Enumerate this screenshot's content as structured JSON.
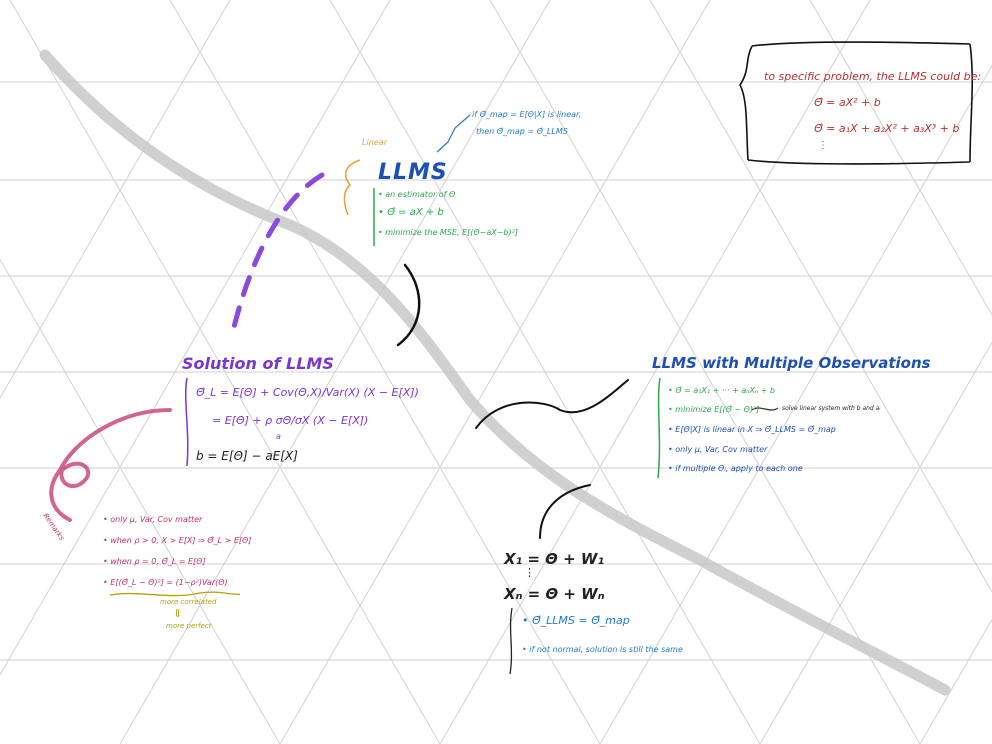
{
  "llms": {
    "side_label": "Linear",
    "title": "LLMS",
    "note_line1": "if Θ̂_map = E[Θ|X] is linear,",
    "note_line2": "then Θ̂_map = Θ̂_LLMS",
    "bullet1": "an estimator of Θ",
    "bullet2": "Θ̂ = aX + b",
    "bullet3": "minimize the MSE, E[(Θ−aX−b)²]"
  },
  "solution": {
    "title": "Solution of LLMS",
    "eq1": "Θ̂_L = E[Θ] + Cov(Θ,X)/Var(X) (X − E[X])",
    "eq2": "= E[Θ] + ρ σΘ/σX (X − E[X])",
    "eq3": "b = E[Θ] − aE[X]",
    "a_label": "a"
  },
  "remarks": {
    "label": "Remarks",
    "items": [
      "only μ, Var, Cov matter",
      "when ρ > 0, X > E[X] ⇒ Θ̂_L > E[Θ]",
      "when ρ = 0, Θ̂_L = E[Θ]",
      "E[(Θ̂_L − Θ)²] = (1−ρ²)Var(Θ)"
    ],
    "note1": "more correlated",
    "arrow": "⇓",
    "note2": "more perfect"
  },
  "specific": {
    "line1": "to specific problem, the LLMS could be:",
    "line2": "Θ̂ = aX² + b",
    "line3": "Θ̂ = a₁X + a₂X² + a₃X³ + b",
    "line4": "⋮"
  },
  "multi": {
    "title": "LLMS with Multiple Observations",
    "items": [
      {
        "text": "Θ̂ = a₁X₁ + ··· + aₙXₙ + b",
        "tone": "green"
      },
      {
        "text": "minimize E[(Θ̂ − Θ)²]",
        "tone": "green"
      },
      {
        "text": "E[Θ|X] is linear in X ⇒ Θ̂_LLMS = Θ̂_map",
        "tone": "blue"
      },
      {
        "text": "only μ, Var, Cov matter",
        "tone": "blue"
      },
      {
        "text": "if multiple Θᵢ, apply to each one",
        "tone": "blue"
      }
    ],
    "side_note": "solve linear system with b and aᵢ"
  },
  "obs": {
    "eq1": "X₁ = Θ + W₁",
    "dots": "⋮",
    "eq2": "Xₙ = Θ + Wₙ",
    "item1": "Θ̂_LLMS = Θ̂_map",
    "item2": "if not normal, solution is still the same"
  },
  "colors": {
    "grid": "#cfcfcf",
    "road": "#c9c9c9",
    "blue": "#1d4fb8",
    "green": "#2aa84a",
    "purple": "#7a35d6",
    "pink": "#c0306e",
    "red": "#b8332f",
    "olive": "#b3a20a"
  }
}
